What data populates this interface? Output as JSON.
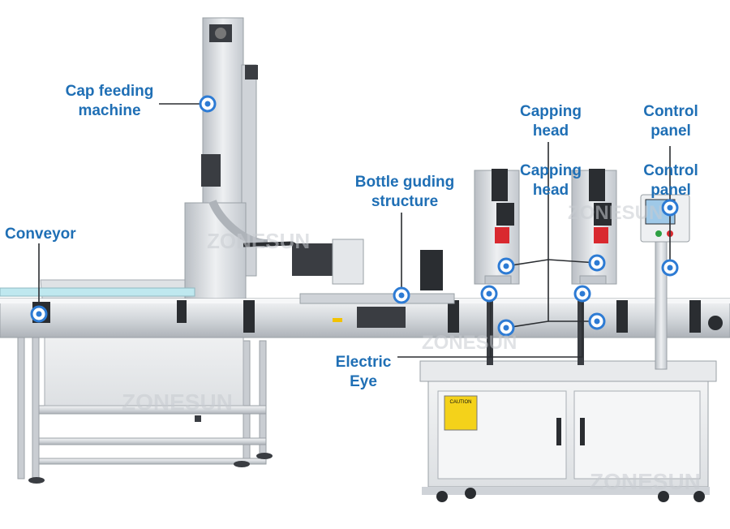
{
  "watermark": "ZONESUN",
  "labels": {
    "cap_feeding_machine": "Cap feeding\nmachine",
    "conveyor": "Conveyor",
    "bottle_guiding_structure": "Bottle guding\nstructure",
    "electric_eye": "Electric\nEye",
    "capping_head_top": "Capping\nhead",
    "capping_head_bottom": "Capping\nhead",
    "control_panel_top": "Control\npanel",
    "control_panel_bottom": "Control\npanel"
  },
  "panel": {
    "caution_text": "CAUTION"
  },
  "colors": {
    "label": "#1f6fb5",
    "marker": "#2d7bd4",
    "steel": "#d9dde2",
    "dark": "#2a2d31"
  }
}
